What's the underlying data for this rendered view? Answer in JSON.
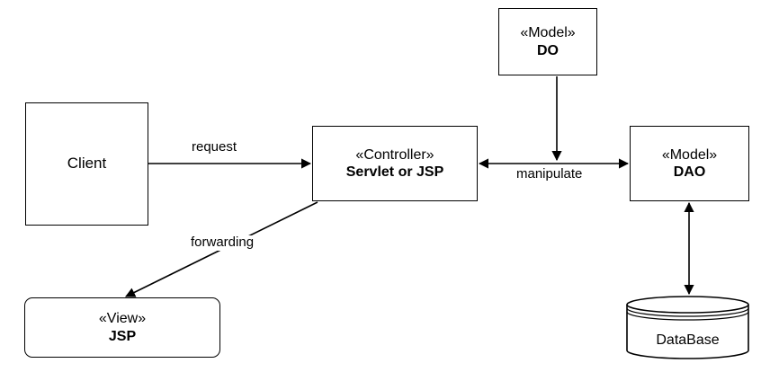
{
  "nodes": {
    "client": {
      "label": "Client"
    },
    "controller": {
      "stereotype": "«Controller»",
      "name": "Servlet or JSP"
    },
    "model_do": {
      "stereotype": "«Model»",
      "name": "DO"
    },
    "model_dao": {
      "stereotype": "«Model»",
      "name": "DAO"
    },
    "view": {
      "stereotype": "«View»",
      "name": "JSP"
    },
    "database": {
      "label": "DataBase"
    }
  },
  "edges": {
    "request": "request",
    "manipulate": "manipulate",
    "forwarding": "forwarding"
  },
  "colors": {
    "stroke": "#000000",
    "fill": "#ffffff"
  }
}
